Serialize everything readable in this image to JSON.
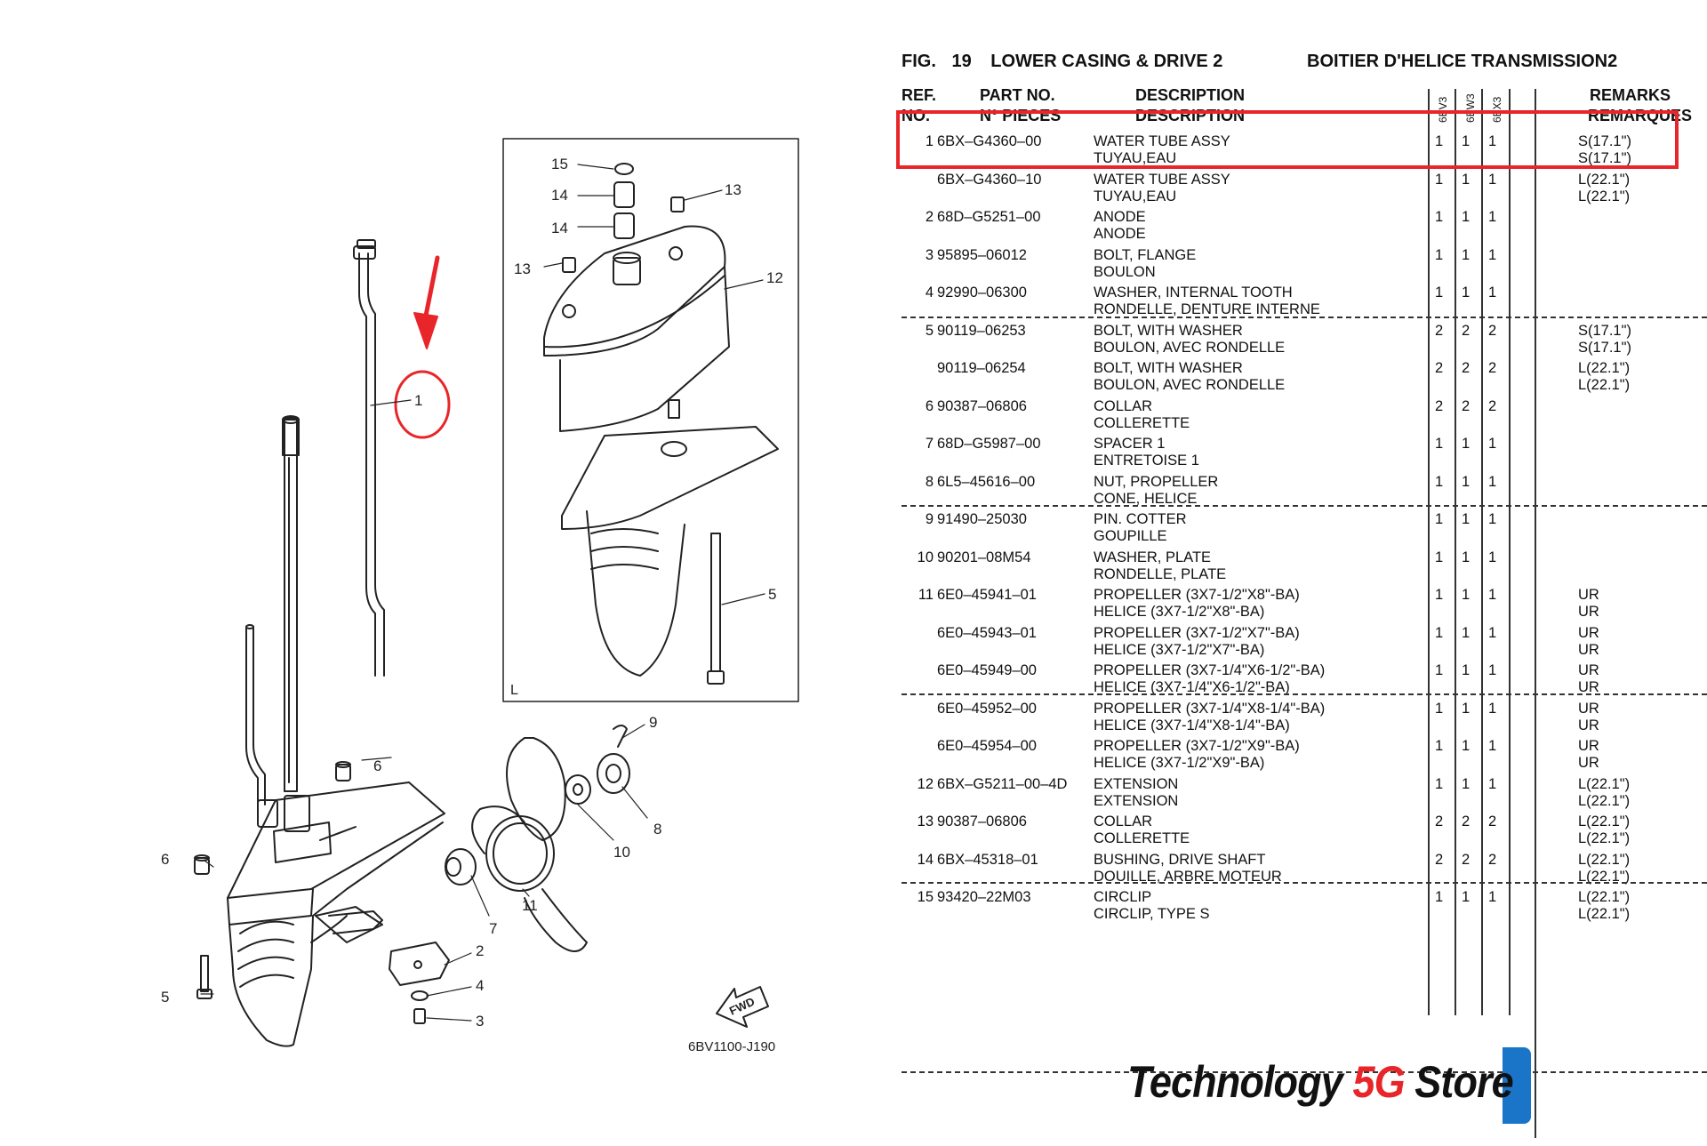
{
  "figure": {
    "fig_label": "FIG.",
    "fig_number": "19",
    "title_en": "LOWER CASING & DRIVE 2",
    "title_fr": "BOITIER D'HELICE TRANSMISSION2"
  },
  "headers": {
    "ref_en": "REF.",
    "ref_fr": "NO.",
    "part_en": "PART NO.",
    "part_fr": "N° PIECES",
    "desc_en": "DESCRIPTION",
    "desc_fr": "DESCRIPTION",
    "models": [
      "6BV3",
      "6BW3",
      "6BX3"
    ],
    "remarks_en": "REMARKS",
    "remarks_fr": "REMARQUES"
  },
  "rows": [
    {
      "ref": "1",
      "part": "6BX–G4360–00",
      "desc_en": "WATER TUBE ASSY",
      "desc_fr": "TUYAU,EAU",
      "q": [
        "1",
        "1",
        "1"
      ],
      "rem1": "S(17.1\")",
      "rem2": "S(17.1\")"
    },
    {
      "ref": "",
      "part": "6BX–G4360–10",
      "desc_en": "WATER TUBE ASSY",
      "desc_fr": "TUYAU,EAU",
      "q": [
        "1",
        "1",
        "1"
      ],
      "rem1": "L(22.1\")",
      "rem2": "L(22.1\")"
    },
    {
      "ref": "2",
      "part": "68D–G5251–00",
      "desc_en": "ANODE",
      "desc_fr": "ANODE",
      "q": [
        "1",
        "1",
        "1"
      ],
      "rem1": "",
      "rem2": ""
    },
    {
      "ref": "3",
      "part": "95895–06012",
      "desc_en": "BOLT, FLANGE",
      "desc_fr": "BOULON",
      "q": [
        "1",
        "1",
        "1"
      ],
      "rem1": "",
      "rem2": ""
    },
    {
      "ref": "4",
      "part": "92990–06300",
      "desc_en": "WASHER, INTERNAL TOOTH",
      "desc_fr": "RONDELLE, DENTURE INTERNE",
      "q": [
        "1",
        "1",
        "1"
      ],
      "rem1": "",
      "rem2": ""
    },
    {
      "ref": "5",
      "part": "90119–06253",
      "desc_en": "BOLT, WITH WASHER",
      "desc_fr": "BOULON, AVEC RONDELLE",
      "q": [
        "2",
        "2",
        "2"
      ],
      "rem1": "S(17.1\")",
      "rem2": "S(17.1\")"
    },
    {
      "ref": "",
      "part": "90119–06254",
      "desc_en": "BOLT, WITH WASHER",
      "desc_fr": "BOULON, AVEC RONDELLE",
      "q": [
        "2",
        "2",
        "2"
      ],
      "rem1": "L(22.1\")",
      "rem2": "L(22.1\")"
    },
    {
      "ref": "6",
      "part": "90387–06806",
      "desc_en": "COLLAR",
      "desc_fr": "COLLERETTE",
      "q": [
        "2",
        "2",
        "2"
      ],
      "rem1": "",
      "rem2": ""
    },
    {
      "ref": "7",
      "part": "68D–G5987–00",
      "desc_en": "SPACER 1",
      "desc_fr": "ENTRETOISE 1",
      "q": [
        "1",
        "1",
        "1"
      ],
      "rem1": "",
      "rem2": ""
    },
    {
      "ref": "8",
      "part": "6L5–45616–00",
      "desc_en": "NUT, PROPELLER",
      "desc_fr": "CONE, HELICE",
      "q": [
        "1",
        "1",
        "1"
      ],
      "rem1": "",
      "rem2": ""
    },
    {
      "ref": "9",
      "part": "91490–25030",
      "desc_en": "PIN. COTTER",
      "desc_fr": "GOUPILLE",
      "q": [
        "1",
        "1",
        "1"
      ],
      "rem1": "",
      "rem2": ""
    },
    {
      "ref": "10",
      "part": "90201–08M54",
      "desc_en": "WASHER, PLATE",
      "desc_fr": "RONDELLE, PLATE",
      "q": [
        "1",
        "1",
        "1"
      ],
      "rem1": "",
      "rem2": ""
    },
    {
      "ref": "11",
      "part": "6E0–45941–01",
      "desc_en": "PROPELLER (3X7-1/2\"X8\"-BA)",
      "desc_fr": "HELICE (3X7-1/2\"X8\"-BA)",
      "q": [
        "1",
        "1",
        "1"
      ],
      "rem1": "UR",
      "rem2": "UR"
    },
    {
      "ref": "",
      "part": "6E0–45943–01",
      "desc_en": "PROPELLER (3X7-1/2\"X7\"-BA)",
      "desc_fr": "HELICE (3X7-1/2\"X7\"-BA)",
      "q": [
        "1",
        "1",
        "1"
      ],
      "rem1": "UR",
      "rem2": "UR"
    },
    {
      "ref": "",
      "part": "6E0–45949–00",
      "desc_en": "PROPELLER (3X7-1/4\"X6-1/2\"-BA)",
      "desc_fr": "HELICE (3X7-1/4\"X6-1/2\"-BA)",
      "q": [
        "1",
        "1",
        "1"
      ],
      "rem1": "UR",
      "rem2": "UR"
    },
    {
      "ref": "",
      "part": "6E0–45952–00",
      "desc_en": "PROPELLER (3X7-1/4\"X8-1/4\"-BA)",
      "desc_fr": "HELICE (3X7-1/4\"X8-1/4\"-BA)",
      "q": [
        "1",
        "1",
        "1"
      ],
      "rem1": "UR",
      "rem2": "UR"
    },
    {
      "ref": "",
      "part": "6E0–45954–00",
      "desc_en": "PROPELLER (3X7-1/2\"X9\"-BA)",
      "desc_fr": "HELICE (3X7-1/2\"X9\"-BA)",
      "q": [
        "1",
        "1",
        "1"
      ],
      "rem1": "UR",
      "rem2": "UR"
    },
    {
      "ref": "12",
      "part": "6BX–G5211–00–4D",
      "desc_en": "EXTENSION",
      "desc_fr": "EXTENSION",
      "q": [
        "1",
        "1",
        "1"
      ],
      "rem1": "L(22.1\")",
      "rem2": "L(22.1\")"
    },
    {
      "ref": "13",
      "part": "90387–06806",
      "desc_en": "COLLAR",
      "desc_fr": "COLLERETTE",
      "q": [
        "2",
        "2",
        "2"
      ],
      "rem1": "L(22.1\")",
      "rem2": "L(22.1\")"
    },
    {
      "ref": "14",
      "part": "6BX–45318–01",
      "desc_en": "BUSHING, DRIVE SHAFT",
      "desc_fr": "DOUILLE, ARBRE MOTEUR",
      "q": [
        "2",
        "2",
        "2"
      ],
      "rem1": "L(22.1\")",
      "rem2": "L(22.1\")"
    },
    {
      "ref": "15",
      "part": "93420–22M03",
      "desc_en": "CIRCLIP",
      "desc_fr": "CIRCLIP, TYPE S",
      "q": [
        "1",
        "1",
        "1"
      ],
      "rem1": "L(22.1\")",
      "rem2": "L(22.1\")"
    }
  ],
  "diagram": {
    "callouts": [
      "1",
      "2",
      "3",
      "4",
      "5",
      "6",
      "6",
      "7",
      "8",
      "9",
      "10",
      "11"
    ],
    "inset_callouts": [
      "15",
      "14",
      "14",
      "13",
      "13",
      "12",
      "5"
    ],
    "inset_label": "L",
    "fwd_label": "FWD",
    "drawing_code": "6BV1100-J190"
  },
  "watermark": {
    "part1": "Technology ",
    "part2": "5G",
    "part3": " Store"
  },
  "colors": {
    "highlight": "#e8262a",
    "brand_red": "#e8262a",
    "brand_blue": "#1a75c9"
  }
}
